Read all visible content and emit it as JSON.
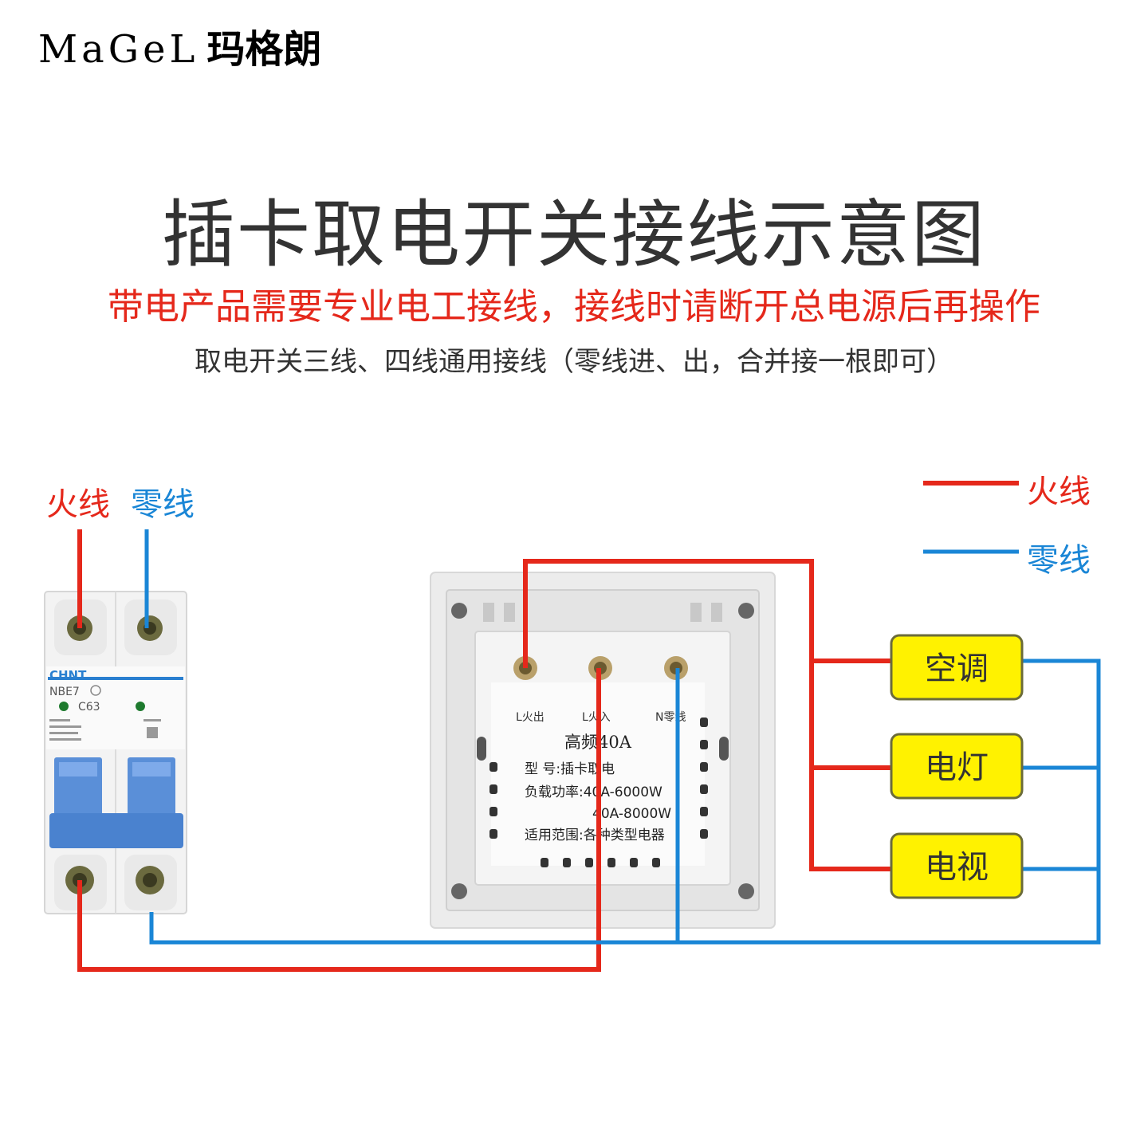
{
  "brand": {
    "latin": "MaGeL",
    "chinese": "玛格朗"
  },
  "title": "插卡取电开关接线示意图",
  "warning": "带电产品需要专业电工接线，接线时请断开总电源后再操作",
  "note": "取电开关三线、四线通用接线（零线进、出，合并接一根即可）",
  "breaker_labels": {
    "live": "火线",
    "neutral": "零线"
  },
  "legend": [
    {
      "label": "火线",
      "color": "#e5281b"
    },
    {
      "label": "零线",
      "color": "#1a86d6"
    }
  ],
  "breaker": {
    "brand": "CHNT",
    "model": "NBE7",
    "rating": "C63"
  },
  "switch_panel": {
    "terminals": [
      "L火出",
      "L火入",
      "N零线"
    ],
    "product": "高频40A",
    "lines": [
      "型    号:插卡取电",
      "负载功率:40A-6000W",
      "40A-8000W",
      "适用范围:各种类型电器"
    ]
  },
  "loads": [
    {
      "label": "空调"
    },
    {
      "label": "电灯"
    },
    {
      "label": "电视"
    }
  ],
  "colors": {
    "live": "#e5281b",
    "neutral": "#1a86d6",
    "load_fill": "#fff200",
    "load_border": "#6b6b3a"
  }
}
